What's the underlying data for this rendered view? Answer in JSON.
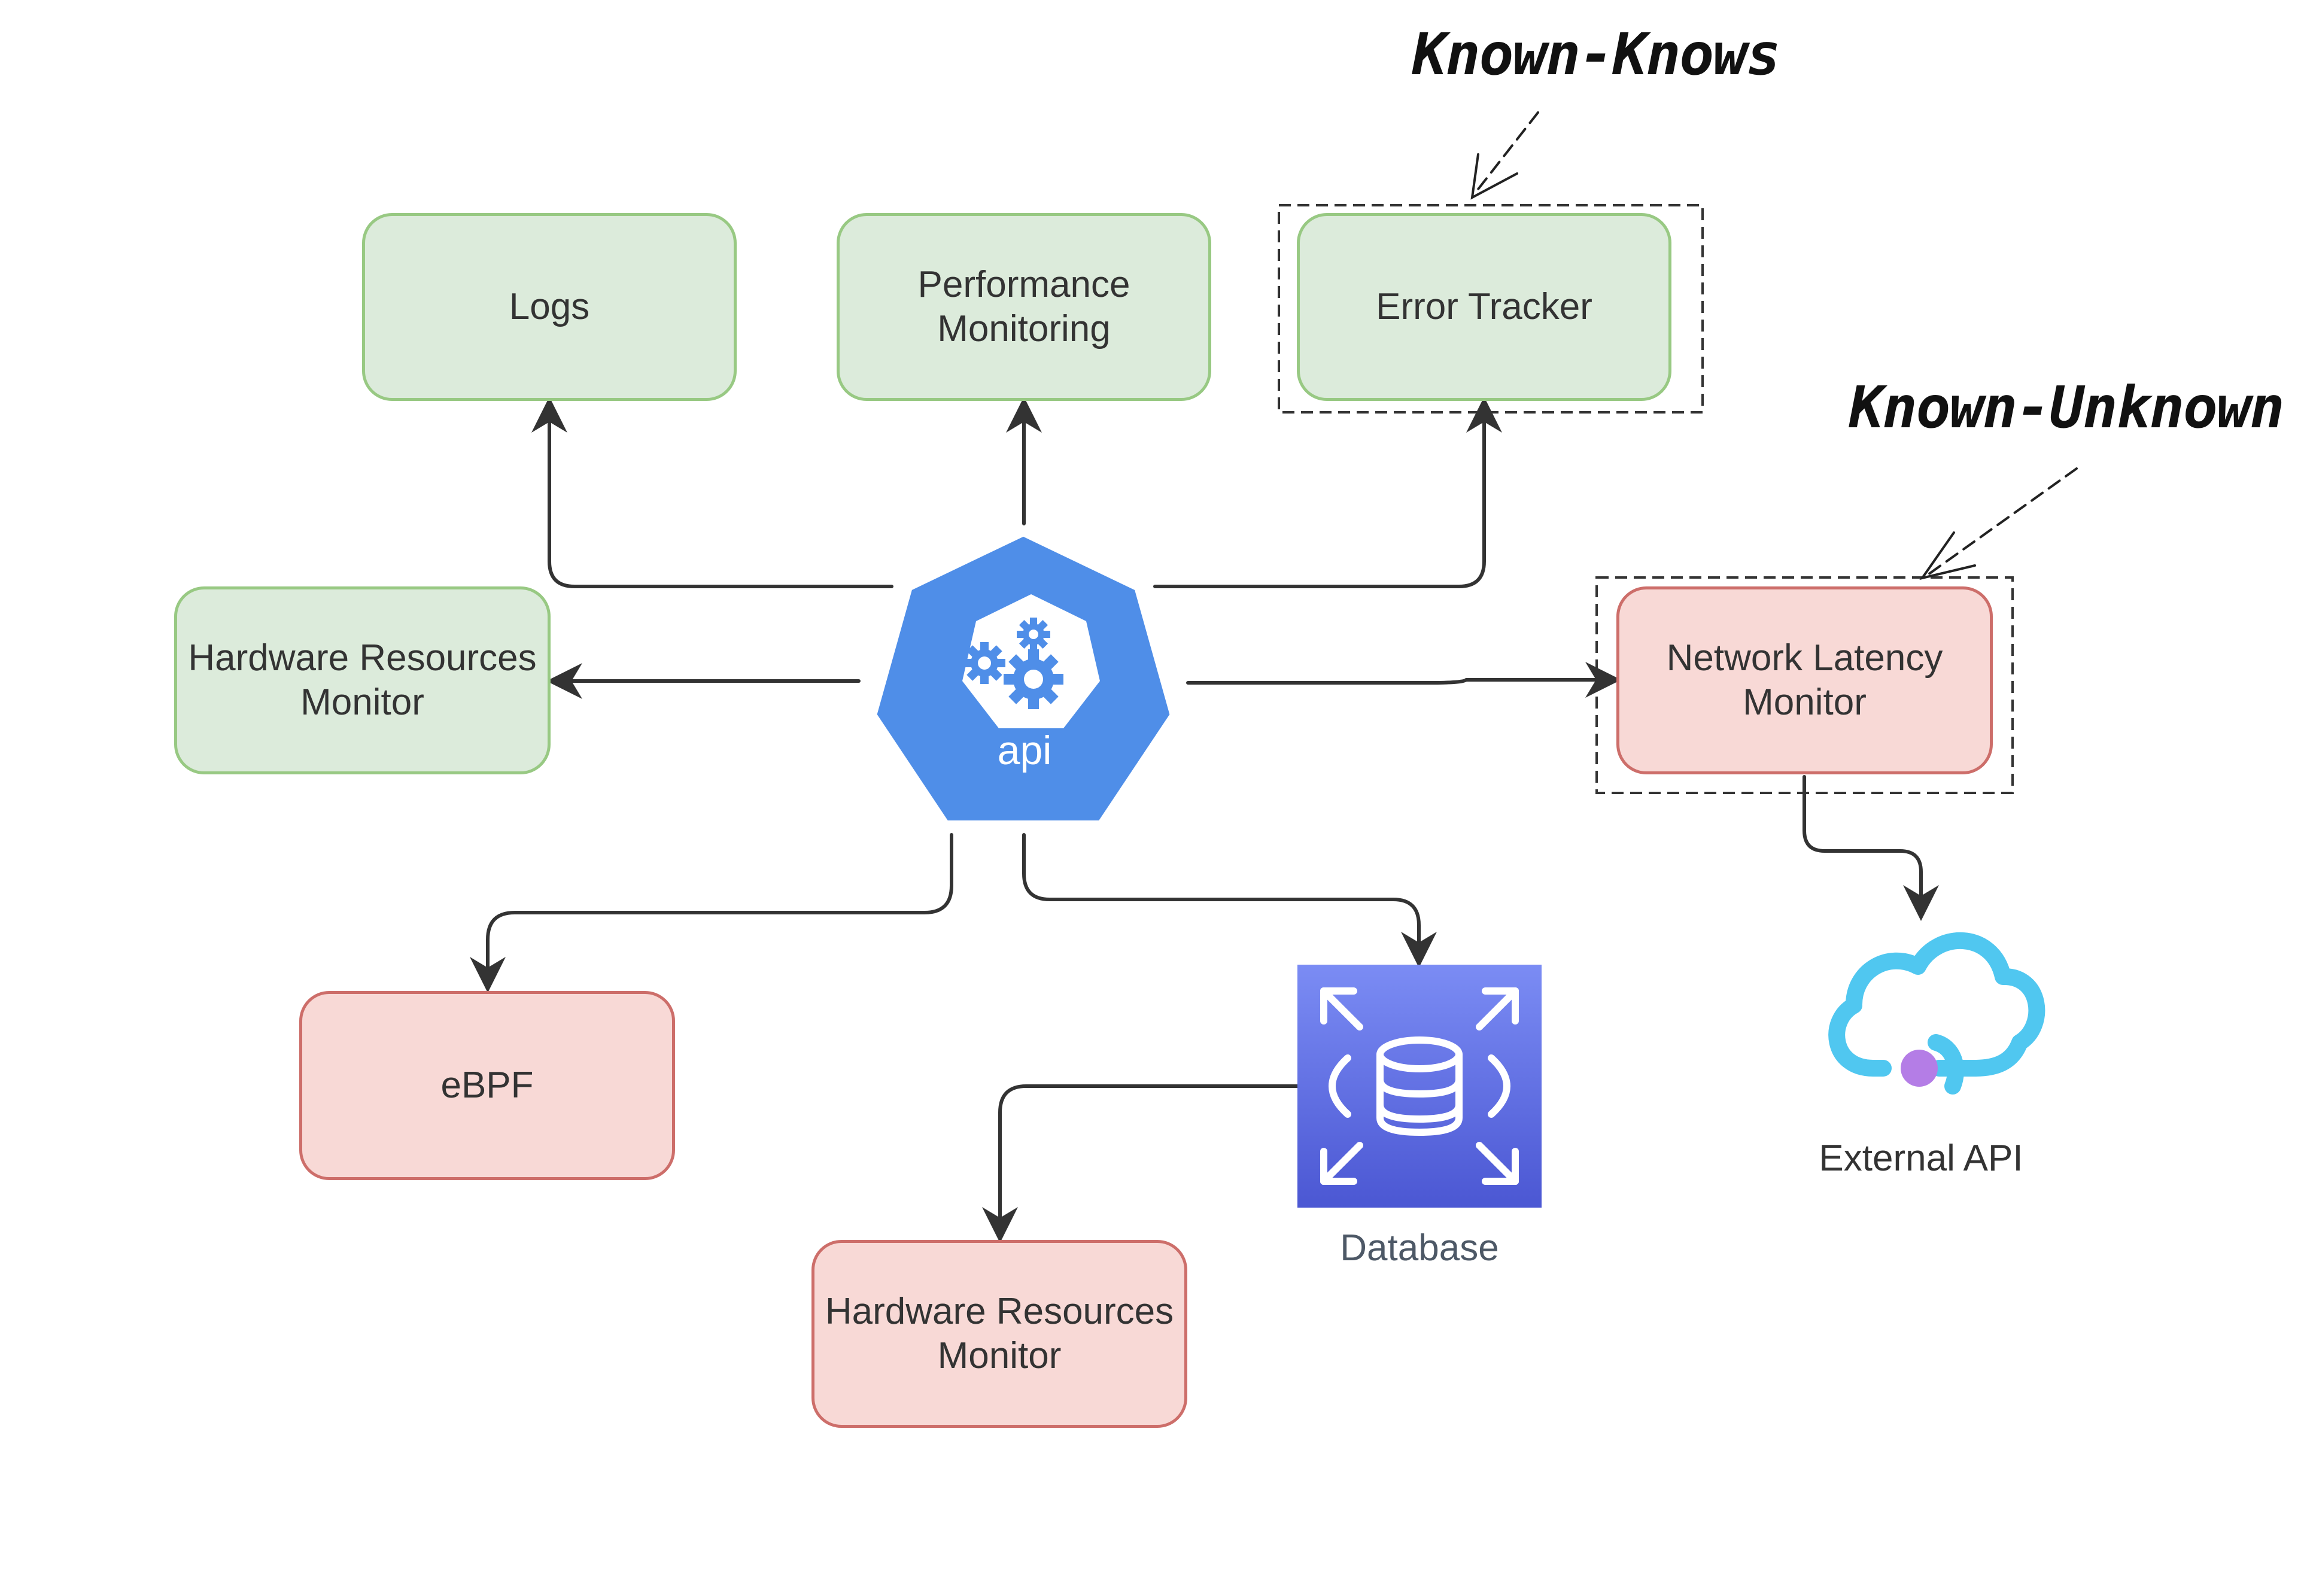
{
  "diagram": {
    "nodes": {
      "logs": "Logs",
      "performance": "Performance\nMonitoring",
      "error_tracker": "Error Tracker",
      "hw_top": "Hardware Resources\nMonitor",
      "network_latency": "Network Latency\nMonitor",
      "ebpf": "eBPF",
      "hw_bottom": "Hardware Resources\nMonitor"
    },
    "api_label": "api",
    "database_label": "Database",
    "external_api_label": "External API",
    "annotations": {
      "known_knows": "Known-Knows",
      "known_unknown": "Known-Unknown"
    }
  },
  "colors": {
    "known_node_fill": "#dcebdb",
    "known_node_border": "#98c983",
    "unknown_node_fill": "#f8d9d6",
    "unknown_node_border": "#cd6e6a",
    "api_hub": "#4f8ee8",
    "database_gradient_top": "#7b8cf4",
    "database_gradient_bottom": "#4b57d3",
    "cloud": "#50c7f0",
    "external_dot": "#b47de6",
    "connector": "#333333"
  },
  "icons": {
    "api": "kubernetes-api-icon",
    "database": "database-icon",
    "external_api": "cloud-api-icon"
  }
}
